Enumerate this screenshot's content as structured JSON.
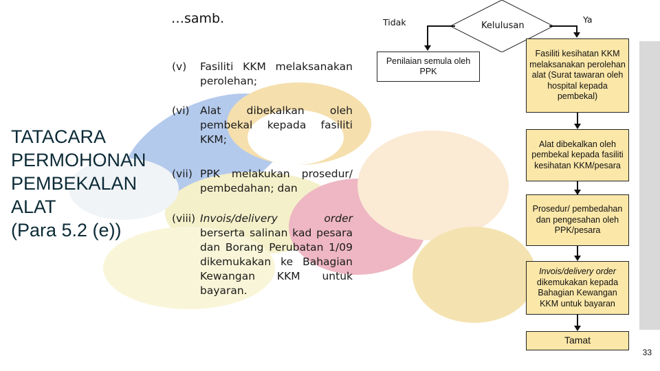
{
  "title_lines": [
    "TATACARA",
    "PERMOHONAN",
    "PEMBEKALAN",
    "ALAT",
    "(Para 5.2 (e))"
  ],
  "continued": "…samb.",
  "items": [
    {
      "num": "(v)",
      "lines": [
        "Fasiliti KKM melaksanakan",
        "perolehan;"
      ]
    },
    {
      "num": "(vi)",
      "lines": [
        "Alat dibekalkan oleh",
        "pembekal kepada fasiliti",
        "KKM;"
      ]
    },
    {
      "num": "(vii)",
      "lines": [
        "PPK melakukan prosedur/",
        "pembedahan; dan"
      ]
    },
    {
      "num": "(viii)",
      "line1_italic": "Invois/delivery",
      "line1_rest": "order",
      "lines": [
        "berserta salinan kad pesara",
        "dan Borang Perubatan 1/09",
        "dikemukakan ke Bahagian",
        "Kewangan KKM untuk",
        "bayaran."
      ]
    }
  ],
  "flow": {
    "decision": "Kelulusan",
    "no_label": "Tidak",
    "yes_label": "Ya",
    "no_box": "Penilaian semula oleh PPK",
    "steps": [
      "Fasiliti kesihatan KKM melaksanakan perolehan alat (Surat tawaran oleh hospital kepada pembekal)",
      "Alat dibekalkan oleh pembekal kepada fasiliti kesihatan KKM/pesara",
      "Prosedur/ pembedahan dan pengesahan oleh PPK/pesara"
    ],
    "step4_italic": "Invois/delivery order",
    "step4_rest": "dikemukakan kepada Bahagian Kewangan KKM untuk bayaran",
    "end": "Tamat"
  },
  "page_number": "33",
  "colors": {
    "box_fill": "#fbe7a8",
    "title": "#0b2a36"
  }
}
